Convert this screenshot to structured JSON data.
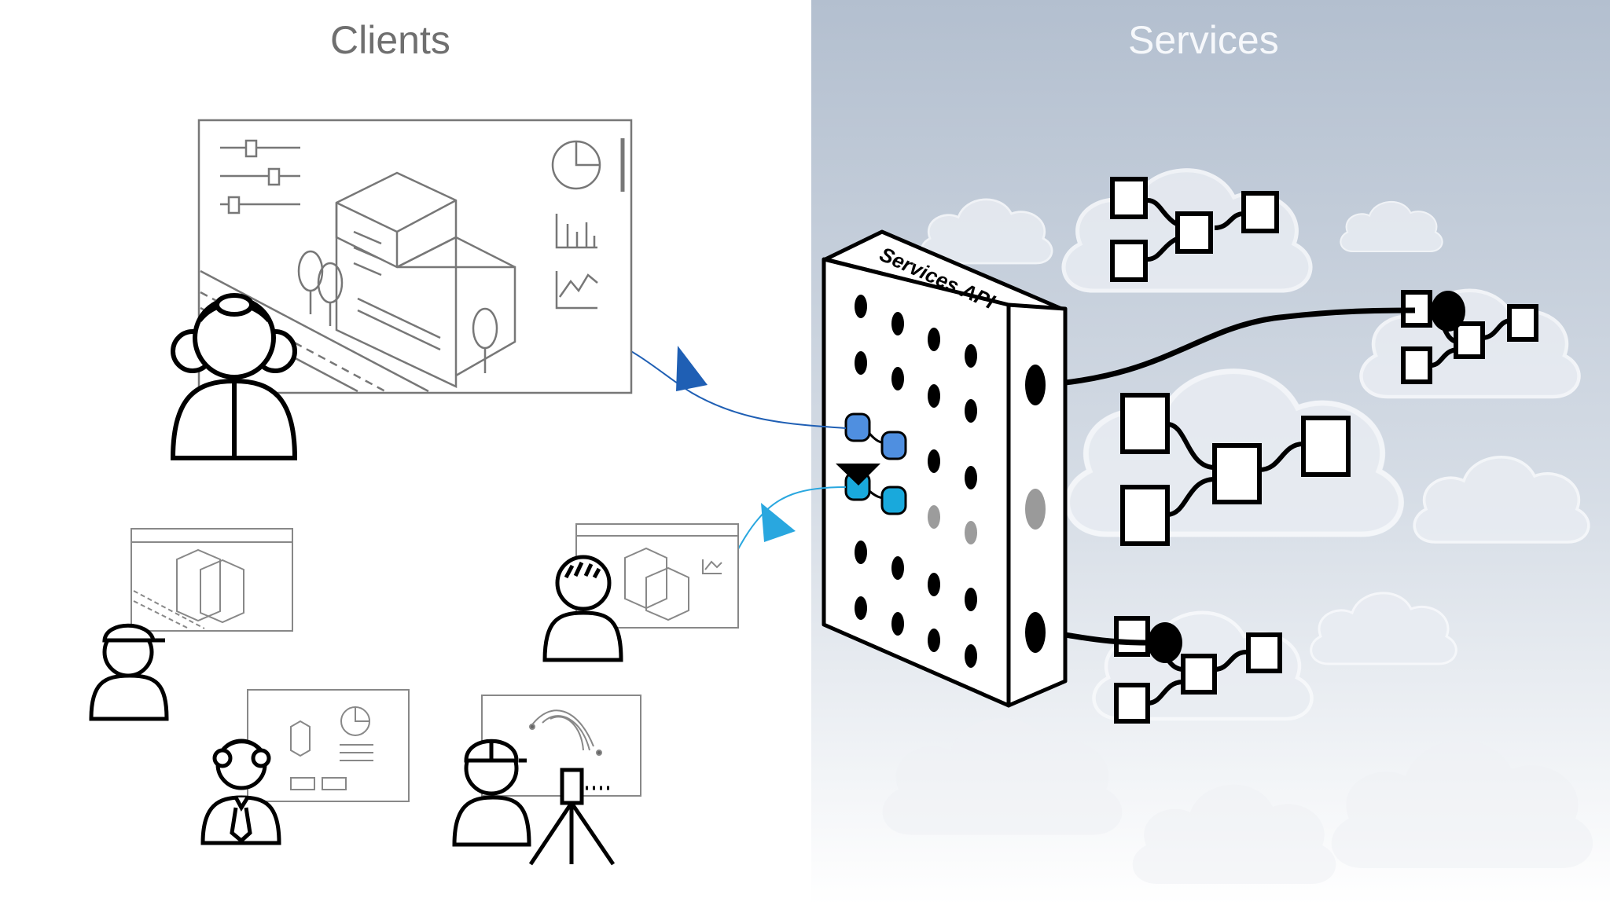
{
  "panels": {
    "clients_title": "Clients",
    "services_title": "Services"
  },
  "server": {
    "label": "Services API"
  },
  "colors": {
    "services_bg_top": "#b3bfcf",
    "services_bg_bottom": "#ffffff",
    "request_arrow": "#1f5fb4",
    "response_arrow": "#29a7df",
    "node_blue": "#4f8fe0",
    "node_cyan": "#19a9dc"
  }
}
